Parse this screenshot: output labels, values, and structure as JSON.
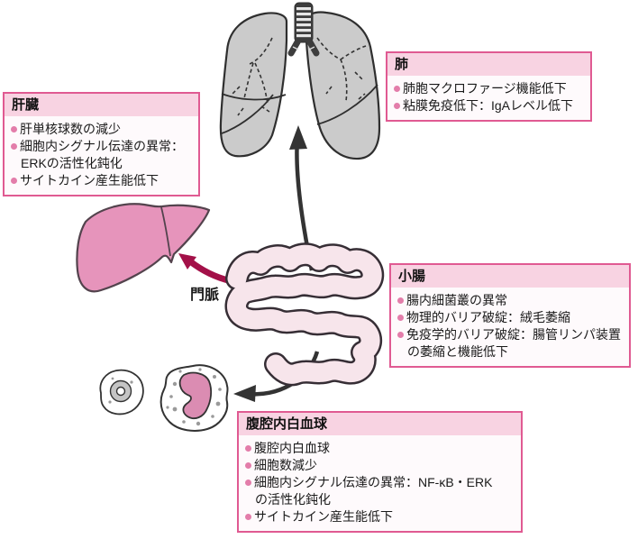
{
  "figure": {
    "type": "medical-anatomy-diagram",
    "language": "ja"
  },
  "boxes": {
    "liver": {
      "title": "肝臓",
      "items": [
        {
          "text": "肝単核球数の減少"
        },
        {
          "text": "細胞内シグナル伝達の異常：",
          "cont": "ERKの活性化鈍化"
        },
        {
          "text": "サイトカイン産生能低下"
        }
      ]
    },
    "lung": {
      "title": "肺",
      "items": [
        {
          "text": "肺胞マクロファージ機能低下"
        },
        {
          "text": "粘膜免疫低下：IgAレベル低下"
        }
      ]
    },
    "intestine": {
      "title": "小腸",
      "items": [
        {
          "text": "腸内細菌叢の異常"
        },
        {
          "text": "物理的バリア破綻：絨毛萎縮"
        },
        {
          "text": "免疫学的バリア破綻：腸管リンパ装置",
          "cont": "の萎縮と機能低下"
        }
      ]
    },
    "leukocyte": {
      "title": "腹腔内白血球",
      "items": [
        {
          "text": "腹腔内白血球"
        },
        {
          "text": "細胞数減少"
        },
        {
          "text": "細胞内シグナル伝達の異常：NF-κB・ERK",
          "cont": "の活性化鈍化"
        },
        {
          "text": "サイトカイン産生能低下"
        }
      ]
    }
  },
  "labels": {
    "portal_vein": "門脈"
  },
  "colors": {
    "box_border": "#e05a92",
    "box_header_bg": "#f8d3e2",
    "box_body_bg": "#fefafc",
    "bullet": "#e37daa",
    "lung_fill": "#cbcbcb",
    "organ_outline": "#2f2f2f",
    "liver_fill": "#e694bb",
    "intestine_fill": "#f7e5eb",
    "intestine_outline": "#362e35",
    "portal_arrow": "#a31048",
    "flow_arrow": "#333333",
    "wbc_nucleus_pink": "#db8cb2",
    "wbc_nucleus_gray": "#c4c4c4"
  }
}
